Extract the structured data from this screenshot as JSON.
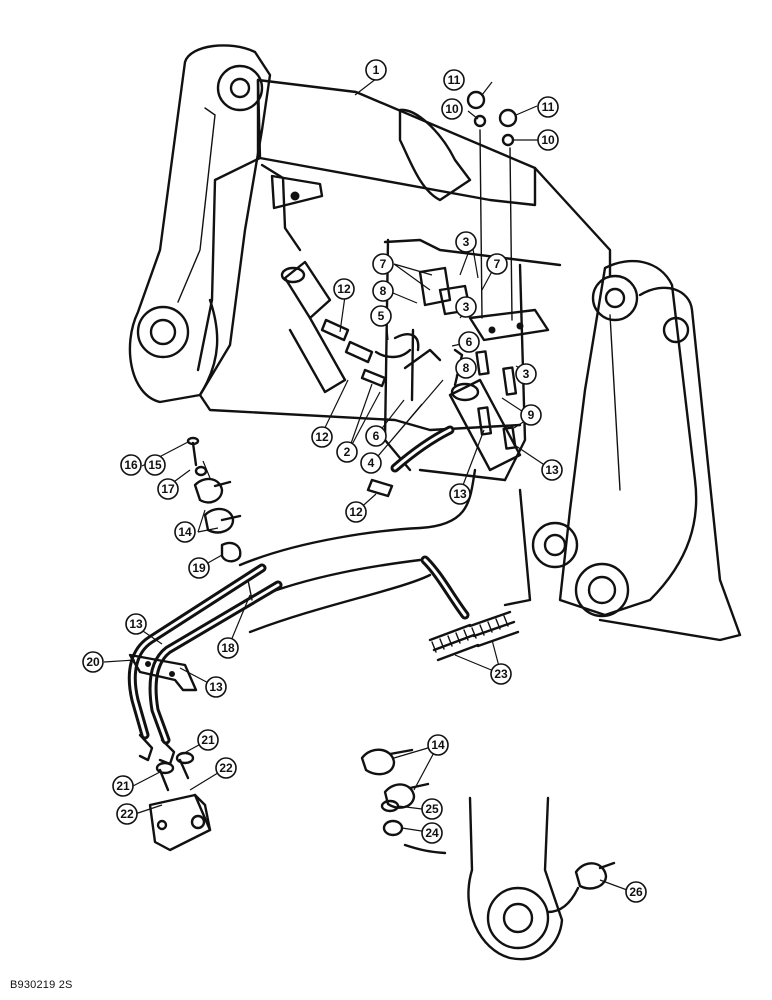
{
  "diagram": {
    "figure_id": "B930219 2S",
    "callouts": [
      {
        "label": "1"
      },
      {
        "label": "11"
      },
      {
        "label": "11"
      },
      {
        "label": "10"
      },
      {
        "label": "10"
      },
      {
        "label": "3"
      },
      {
        "label": "7"
      },
      {
        "label": "7"
      },
      {
        "label": "12"
      },
      {
        "label": "8"
      },
      {
        "label": "5"
      },
      {
        "label": "3"
      },
      {
        "label": "6"
      },
      {
        "label": "8"
      },
      {
        "label": "3"
      },
      {
        "label": "9"
      },
      {
        "label": "12"
      },
      {
        "label": "2"
      },
      {
        "label": "6"
      },
      {
        "label": "4"
      },
      {
        "label": "13"
      },
      {
        "label": "13"
      },
      {
        "label": "16"
      },
      {
        "label": "15"
      },
      {
        "label": "17"
      },
      {
        "label": "14"
      },
      {
        "label": "12"
      },
      {
        "label": "19"
      },
      {
        "label": "13"
      },
      {
        "label": "18"
      },
      {
        "label": "20"
      },
      {
        "label": "13"
      },
      {
        "label": "23"
      },
      {
        "label": "21"
      },
      {
        "label": "22"
      },
      {
        "label": "21"
      },
      {
        "label": "22"
      },
      {
        "label": "14"
      },
      {
        "label": "25"
      },
      {
        "label": "24"
      },
      {
        "label": "26"
      }
    ]
  }
}
